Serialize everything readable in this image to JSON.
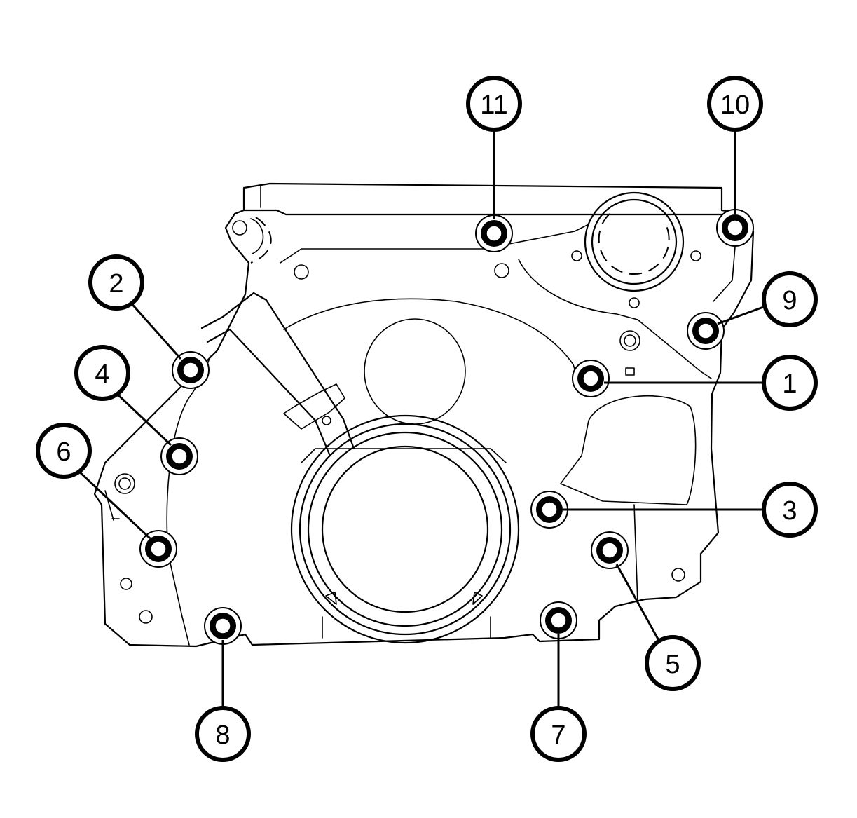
{
  "callouts": [
    {
      "number": "1",
      "target": "bolt-1"
    },
    {
      "number": "2",
      "target": "bolt-2"
    },
    {
      "number": "3",
      "target": "bolt-3"
    },
    {
      "number": "4",
      "target": "bolt-4"
    },
    {
      "number": "5",
      "target": "bolt-5"
    },
    {
      "number": "6",
      "target": "bolt-6"
    },
    {
      "number": "7",
      "target": "bolt-7"
    },
    {
      "number": "8",
      "target": "bolt-8"
    },
    {
      "number": "9",
      "target": "bolt-9"
    },
    {
      "number": "10",
      "target": "bolt-10"
    },
    {
      "number": "11",
      "target": "bolt-11"
    }
  ]
}
